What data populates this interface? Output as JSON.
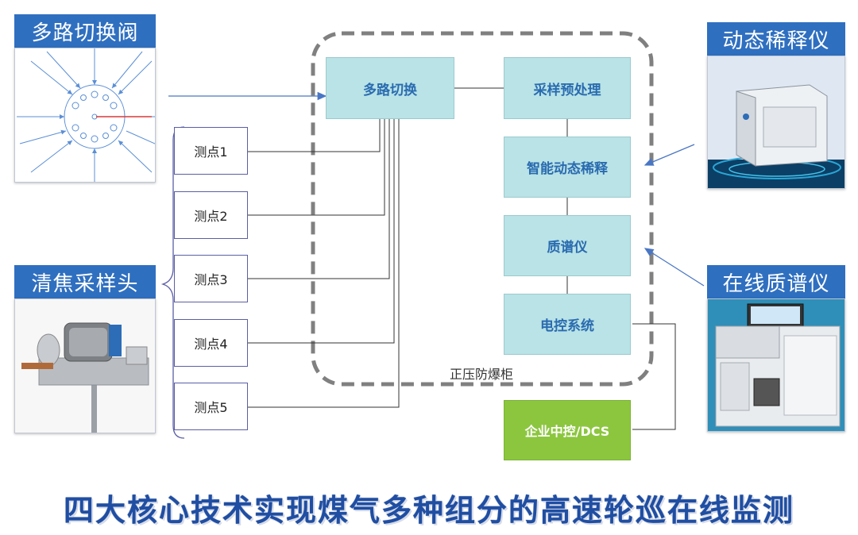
{
  "left_panels": {
    "valve": {
      "label": "多路切换阀"
    },
    "probe": {
      "label": "清焦采样头"
    }
  },
  "right_panels": {
    "diluter": {
      "label": "动态稀释仪"
    },
    "ms": {
      "label": "在线质谱仪"
    }
  },
  "cabinet": {
    "label": "正压防爆柜",
    "boxes": {
      "switch": "多路切换",
      "pretreat": "采样预处理",
      "dilution": "智能动态稀释",
      "ms": "质谱仪",
      "control": "电控系统"
    }
  },
  "dcs": {
    "label": "企业中控/DCS"
  },
  "points": [
    "测点1",
    "测点2",
    "测点3",
    "测点4",
    "测点5"
  ],
  "headline": "四大核心技术实现煤气多种组分的高速轮巡在线监测",
  "colors": {
    "accent_blue": "#2f6fc0",
    "teal_box": "#b9e3e6",
    "dcs_green": "#8cc63f",
    "headline": "#1f4ea3"
  }
}
